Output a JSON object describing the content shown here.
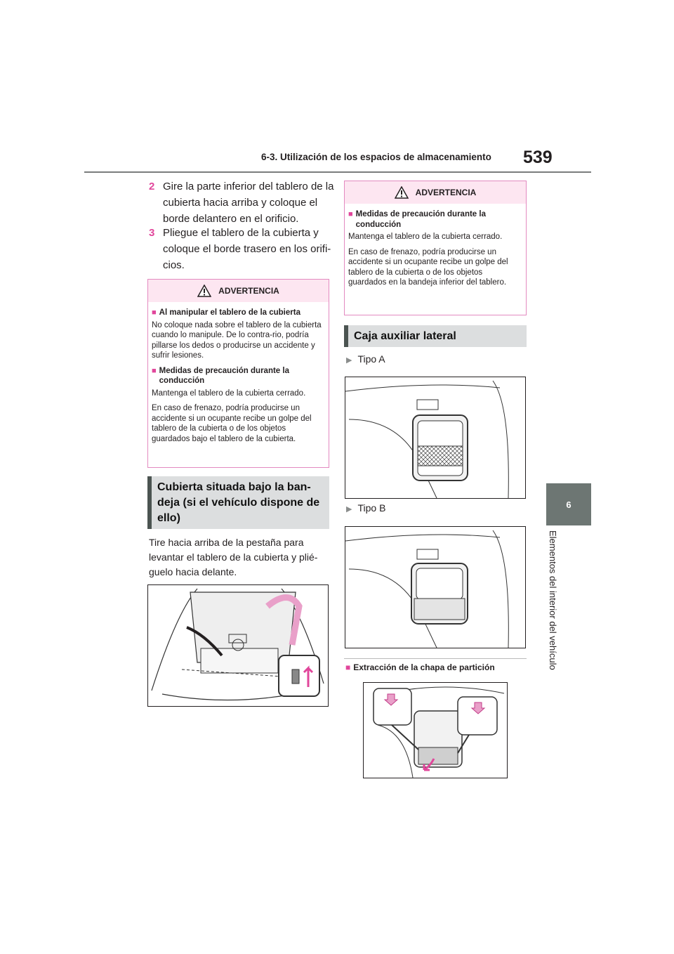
{
  "header": {
    "title": "6-3. Utilización de los espacios de almacenamiento",
    "page": "539"
  },
  "side": {
    "chapter": "6",
    "label": "Elementos del interior del vehículo"
  },
  "steps": [
    {
      "n": "2",
      "text": "Gire la parte inferior del tablero de la cubierta hacia arriba y coloque el borde delantero en el orificio."
    },
    {
      "n": "3",
      "text": "Pliegue el tablero de la cubierta y coloque el borde trasero en los orifi-cios."
    }
  ],
  "warning1": {
    "label": "ADVERTENCIA",
    "h1": "Al manipular el tablero de la cubierta",
    "p1": "No coloque nada sobre el tablero de la cubierta cuando lo manipule. De lo contra-rio, podría pillarse los dedos o producirse un accidente y sufrir lesiones.",
    "h2": "Medidas de precaución durante la conducción",
    "p2": "Mantenga el tablero de la cubierta cerrado.",
    "p3": "En caso de frenazo, podría producirse un accidente si un ocupante recibe un golpe del tablero de la cubierta o de los objetos guardados bajo el tablero de la cubierta."
  },
  "section1": {
    "title": "Cubierta situada bajo la ban-deja (si el vehículo dispone de ello)"
  },
  "para1": "Tire hacia arriba de la pestaña para levantar el tablero de la cubierta y plié-guelo hacia delante.",
  "warning2": {
    "label": "ADVERTENCIA",
    "h1": "Medidas de precaución durante la conducción",
    "p1": "Mantenga el tablero de la cubierta cerrado.",
    "p2": "En caso de frenazo, podría producirse un accidente si un ocupante recibe un golpe del tablero de la cubierta o de los objetos guardados en la bandeja inferior del tablero."
  },
  "section2": {
    "title": "Caja auxiliar lateral"
  },
  "typeA": "Tipo A",
  "typeB": "Tipo B",
  "sub": "Extracción de la chapa de partición",
  "colors": {
    "accent": "#e1469b",
    "warn_bg": "#fde6f1",
    "section_bg": "#dcdedf",
    "tab": "#6d7673"
  },
  "icons": [
    "warning-icon",
    "arrow-up-icon",
    "arrow-down-icon"
  ]
}
